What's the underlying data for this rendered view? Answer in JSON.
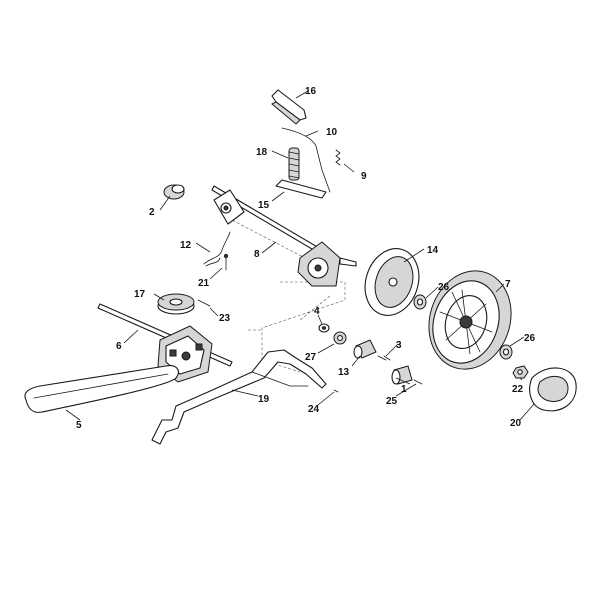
{
  "callouts": {
    "c1": "1",
    "c2": "2",
    "c3": "3",
    "c4": "4",
    "c5": "5",
    "c6": "6",
    "c7": "7",
    "c8": "8",
    "c9": "9",
    "c10": "10",
    "c12": "12",
    "c13": "13",
    "c14": "14",
    "c15": "15",
    "c16": "16",
    "c17": "17",
    "c18": "18",
    "c19": "19",
    "c20": "20",
    "c21": "21",
    "c22": "22",
    "c23": "23",
    "c24": "24",
    "c25": "25",
    "c26a": "26",
    "c26b": "26",
    "c27": "27"
  }
}
